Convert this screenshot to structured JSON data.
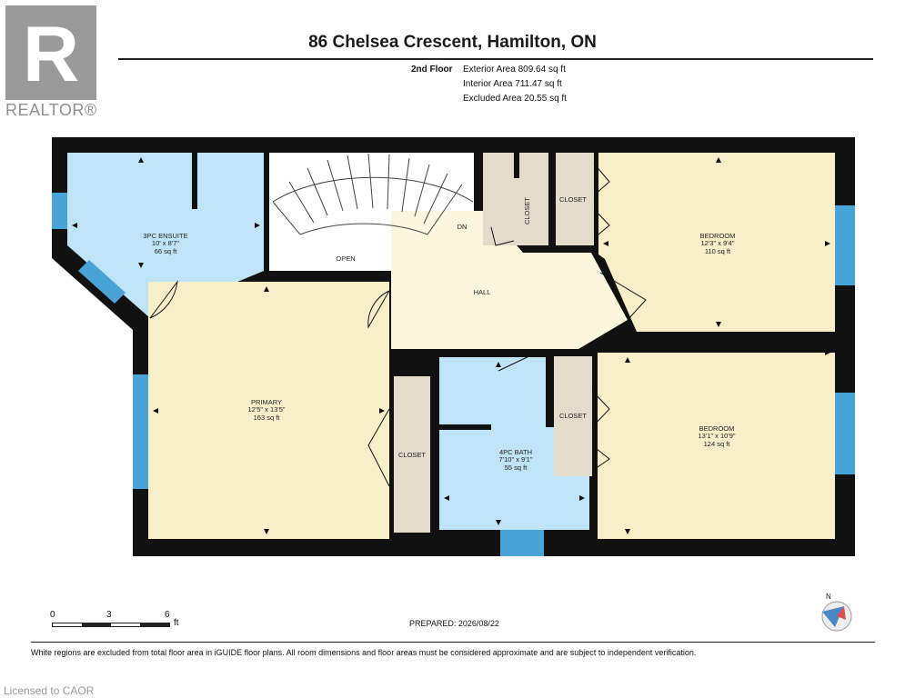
{
  "brand": {
    "logo_text": "REALTOR®",
    "logo_mark": "R"
  },
  "title": "86 Chelsea Crescent, Hamilton, ON",
  "floor": {
    "name": "2nd Floor",
    "exterior_area": "Exterior Area 809.64 sq ft",
    "interior_area": "Interior Area 711.47 sq ft",
    "excluded_area": "Excluded Area 20.55 sq ft"
  },
  "rooms": {
    "ensuite": {
      "label": "3PC ENSUITE",
      "dims": "10' x 8'7\"",
      "area": "66 sq ft"
    },
    "primary": {
      "label": "PRIMARY",
      "dims": "12'5\" x 13'5\"",
      "area": "163 sq ft"
    },
    "bath": {
      "label": "4PC BATH",
      "dims": "7'10\" x 9'1\"",
      "area": "55 sq ft"
    },
    "bedroom1": {
      "label": "BEDROOM",
      "dims": "12'3\" x 9'4\"",
      "area": "110 sq ft"
    },
    "bedroom2": {
      "label": "BEDROOM",
      "dims": "13'1\" x 10'9\"",
      "area": "124 sq ft"
    },
    "hall": "HALL",
    "open": "OPEN",
    "stairs_dn": "DN",
    "closet": "CLOSET"
  },
  "scale": {
    "ticks": [
      "0",
      "3",
      "6"
    ],
    "unit": "ft"
  },
  "compass": "N",
  "prepared": "PREPARED: 2026/08/22",
  "disclaimer": "White regions are excluded from total floor area in iGUIDE floor plans. All room dimensions and floor areas must be considered approximate and are subject to independent verification.",
  "license": "Licensed to CAOR",
  "colors": {
    "wall": "#111111",
    "ensuite": "#bfe3f7",
    "bath": "#bfe3f7",
    "primary": "#f8efc9",
    "bedroom": "#f8efc9",
    "hall": "#fbf6dd",
    "closet": "#e4dccb",
    "window": "#4aa3d6",
    "door": "#dddddd"
  }
}
